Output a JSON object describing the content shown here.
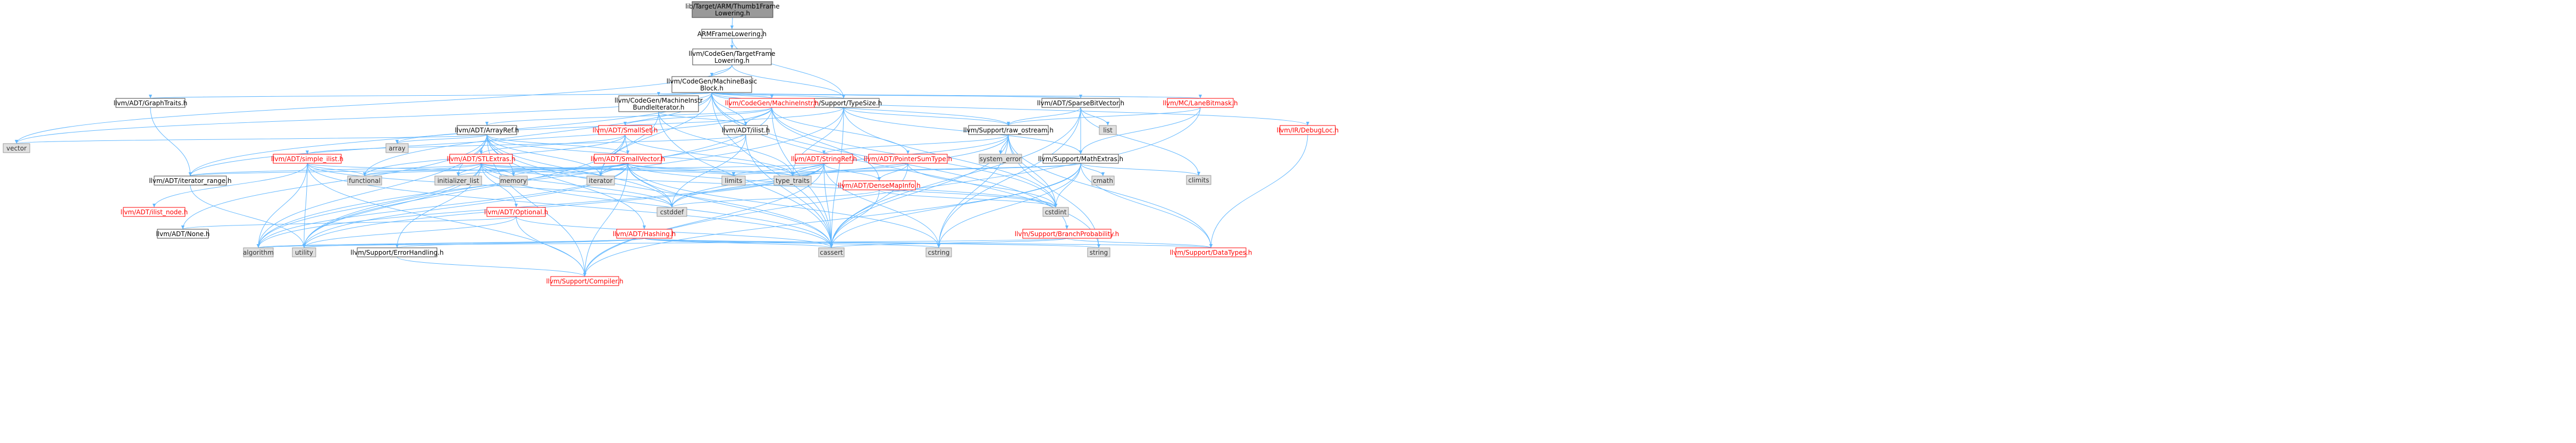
{
  "colors": {
    "edge": "#63b8ff",
    "link_text": "#ff0000",
    "link_border": "#ff0000",
    "node_border": "#404040",
    "node_fill": "#ffffff",
    "ghost_fill": "#e0e0e0",
    "ghost_border": "#999999",
    "ghost_text": "#333333",
    "root_fill": "#999999",
    "root_text": "#000000",
    "text": "#000000"
  },
  "nodes": [
    {
      "id": "root",
      "lines": [
        "lib/Target/ARM/Thumb1Frame",
        "Lowering.h"
      ],
      "style": "root"
    },
    {
      "id": "ARMFrameLowering",
      "lines": [
        "ARMFrameLowering.h"
      ],
      "style": "plain"
    },
    {
      "id": "TFL",
      "lines": [
        "llvm/CodeGen/TargetFrame",
        "Lowering.h"
      ],
      "style": "plain"
    },
    {
      "id": "MBB",
      "lines": [
        "llvm/CodeGen/MachineBasic",
        "Block.h"
      ],
      "style": "plain"
    },
    {
      "id": "TypeSize",
      "lines": [
        "llvm/Support/TypeSize.h"
      ],
      "style": "plain"
    },
    {
      "id": "GraphTraits",
      "lines": [
        "llvm/ADT/GraphTraits.h"
      ],
      "style": "plain"
    },
    {
      "id": "MIBundleIter",
      "lines": [
        "llvm/CodeGen/MachineInstr",
        "BundleIterator.h"
      ],
      "style": "plain"
    },
    {
      "id": "MachineInstr",
      "lines": [
        "llvm/CodeGen/MachineInstr.h"
      ],
      "style": "link"
    },
    {
      "id": "SparseBitVector",
      "lines": [
        "llvm/ADT/SparseBitVector.h"
      ],
      "style": "plain"
    },
    {
      "id": "LaneBitmask",
      "lines": [
        "llvm/MC/LaneBitmask.h"
      ],
      "style": "link"
    },
    {
      "id": "ArrayRef",
      "lines": [
        "llvm/ADT/ArrayRef.h"
      ],
      "style": "plain"
    },
    {
      "id": "SmallSet",
      "lines": [
        "llvm/ADT/SmallSet.h"
      ],
      "style": "link"
    },
    {
      "id": "ilist",
      "lines": [
        "llvm/ADT/ilist.h"
      ],
      "style": "plain"
    },
    {
      "id": "raw_ostream",
      "lines": [
        "llvm/Support/raw_ostream.h"
      ],
      "style": "plain"
    },
    {
      "id": "DebugLoc",
      "lines": [
        "llvm/IR/DebugLoc.h"
      ],
      "style": "link"
    },
    {
      "id": "list",
      "lines": [
        "list"
      ],
      "style": "ghost"
    },
    {
      "id": "vector",
      "lines": [
        "vector"
      ],
      "style": "ghost"
    },
    {
      "id": "array",
      "lines": [
        "array"
      ],
      "style": "ghost"
    },
    {
      "id": "simple_ilist",
      "lines": [
        "llvm/ADT/simple_ilist.h"
      ],
      "style": "link"
    },
    {
      "id": "STLExtras",
      "lines": [
        "llvm/ADT/STLExtras.h"
      ],
      "style": "link"
    },
    {
      "id": "SmallVector",
      "lines": [
        "llvm/ADT/SmallVector.h"
      ],
      "style": "link"
    },
    {
      "id": "StringRef",
      "lines": [
        "llvm/ADT/StringRef.h"
      ],
      "style": "link"
    },
    {
      "id": "PointerSumType",
      "lines": [
        "llvm/ADT/PointerSumType.h"
      ],
      "style": "link"
    },
    {
      "id": "system_error",
      "lines": [
        "system_error"
      ],
      "style": "ghost"
    },
    {
      "id": "MathExtras",
      "lines": [
        "llvm/Support/MathExtras.h"
      ],
      "style": "plain"
    },
    {
      "id": "climits",
      "lines": [
        "climits"
      ],
      "style": "ghost"
    },
    {
      "id": "iterator_range",
      "lines": [
        "llvm/ADT/iterator_range.h"
      ],
      "style": "plain"
    },
    {
      "id": "ilist_node",
      "lines": [
        "llvm/ADT/ilist_node.h"
      ],
      "style": "link"
    },
    {
      "id": "functional",
      "lines": [
        "functional"
      ],
      "style": "ghost"
    },
    {
      "id": "initializer_list",
      "lines": [
        "initializer_list"
      ],
      "style": "ghost"
    },
    {
      "id": "memory",
      "lines": [
        "memory"
      ],
      "style": "ghost"
    },
    {
      "id": "iterator",
      "lines": [
        "iterator"
      ],
      "style": "ghost"
    },
    {
      "id": "limits",
      "lines": [
        "limits"
      ],
      "style": "ghost"
    },
    {
      "id": "type_traits",
      "lines": [
        "type_traits"
      ],
      "style": "ghost"
    },
    {
      "id": "DenseMapInfo",
      "lines": [
        "llvm/ADT/DenseMapInfo.h"
      ],
      "style": "link"
    },
    {
      "id": "cmath",
      "lines": [
        "cmath"
      ],
      "style": "ghost"
    },
    {
      "id": "Optional",
      "lines": [
        "llvm/ADT/Optional.h"
      ],
      "style": "link"
    },
    {
      "id": "cstddef",
      "lines": [
        "cstddef"
      ],
      "style": "ghost"
    },
    {
      "id": "cstdint",
      "lines": [
        "cstdint"
      ],
      "style": "ghost"
    },
    {
      "id": "None",
      "lines": [
        "llvm/ADT/None.h"
      ],
      "style": "plain"
    },
    {
      "id": "Hashing",
      "lines": [
        "llvm/ADT/Hashing.h"
      ],
      "style": "link"
    },
    {
      "id": "BranchProb",
      "lines": [
        "llvm/Support/BranchProbability.h"
      ],
      "style": "link"
    },
    {
      "id": "algorithm",
      "lines": [
        "algorithm"
      ],
      "style": "ghost"
    },
    {
      "id": "utility",
      "lines": [
        "utility"
      ],
      "style": "ghost"
    },
    {
      "id": "cassert",
      "lines": [
        "cassert"
      ],
      "style": "ghost"
    },
    {
      "id": "cstring",
      "lines": [
        "cstring"
      ],
      "style": "ghost"
    },
    {
      "id": "string",
      "lines": [
        "string"
      ],
      "style": "ghost"
    },
    {
      "id": "DataTypes",
      "lines": [
        "llvm/Support/DataTypes.h"
      ],
      "style": "link"
    },
    {
      "id": "ErrorHandling",
      "lines": [
        "llvm/Support/ErrorHandling.h"
      ],
      "style": "plain"
    },
    {
      "id": "Compiler",
      "lines": [
        "llvm/Support/Compiler.h"
      ],
      "style": "link"
    }
  ],
  "edges": [
    [
      "root",
      "ARMFrameLowering"
    ],
    [
      "ARMFrameLowering",
      "TFL"
    ],
    [
      "ARMFrameLowering",
      "TypeSize"
    ],
    [
      "TFL",
      "MBB"
    ],
    [
      "TFL",
      "TypeSize"
    ],
    [
      "TFL",
      "vector"
    ],
    [
      "MBB",
      "GraphTraits"
    ],
    [
      "MBB",
      "MIBundleIter"
    ],
    [
      "MBB",
      "MachineInstr"
    ],
    [
      "MBB",
      "SparseBitVector"
    ],
    [
      "MBB",
      "LaneBitmask"
    ],
    [
      "MBB",
      "DebugLoc"
    ],
    [
      "MBB",
      "ilist"
    ],
    [
      "MBB",
      "iterator_range"
    ],
    [
      "MBB",
      "BranchProb"
    ],
    [
      "MBB",
      "cassert"
    ],
    [
      "MBB",
      "functional"
    ],
    [
      "MBB",
      "iterator"
    ],
    [
      "MBB",
      "string"
    ],
    [
      "MBB",
      "vector"
    ],
    [
      "MBB",
      "raw_ostream"
    ],
    [
      "MBB",
      "TypeSize"
    ],
    [
      "GraphTraits",
      "iterator_range"
    ],
    [
      "MIBundleIter",
      "ilist"
    ],
    [
      "MIBundleIter",
      "cassert"
    ],
    [
      "MIBundleIter",
      "iterator"
    ],
    [
      "MIBundleIter",
      "type_traits"
    ],
    [
      "MachineInstr",
      "ArrayRef"
    ],
    [
      "MachineInstr",
      "DenseMapInfo"
    ],
    [
      "MachineInstr",
      "PointerSumType"
    ],
    [
      "MachineInstr",
      "SmallSet"
    ],
    [
      "MachineInstr",
      "ilist"
    ],
    [
      "MachineInstr",
      "iterator_range"
    ],
    [
      "MachineInstr",
      "cassert"
    ],
    [
      "MachineInstr",
      "cstdint"
    ],
    [
      "MachineInstr",
      "utility"
    ],
    [
      "SparseBitVector",
      "MathExtras"
    ],
    [
      "SparseBitVector",
      "raw_ostream"
    ],
    [
      "SparseBitVector",
      "cassert"
    ],
    [
      "SparseBitVector",
      "climits"
    ],
    [
      "SparseBitVector",
      "cstring"
    ],
    [
      "SparseBitVector",
      "list"
    ],
    [
      "LaneBitmask",
      "Compiler"
    ],
    [
      "LaneBitmask",
      "MathExtras"
    ],
    [
      "LaneBitmask",
      "raw_ostream"
    ],
    [
      "TypeSize",
      "MathExtras"
    ],
    [
      "TypeSize",
      "raw_ostream"
    ],
    [
      "TypeSize",
      "algorithm"
    ],
    [
      "TypeSize",
      "array"
    ],
    [
      "TypeSize",
      "cassert"
    ],
    [
      "TypeSize",
      "cstdint"
    ],
    [
      "TypeSize",
      "type_traits"
    ],
    [
      "ArrayRef",
      "Hashing"
    ],
    [
      "ArrayRef",
      "None"
    ],
    [
      "ArrayRef",
      "SmallVector"
    ],
    [
      "ArrayRef",
      "STLExtras"
    ],
    [
      "ArrayRef",
      "Compiler"
    ],
    [
      "ArrayRef",
      "algorithm"
    ],
    [
      "ArrayRef",
      "array"
    ],
    [
      "ArrayRef",
      "cassert"
    ],
    [
      "ArrayRef",
      "cstddef"
    ],
    [
      "ArrayRef",
      "initializer_list"
    ],
    [
      "ArrayRef",
      "iterator"
    ],
    [
      "ArrayRef",
      "memory"
    ],
    [
      "ArrayRef",
      "type_traits"
    ],
    [
      "ArrayRef",
      "vector"
    ],
    [
      "SmallSet",
      "SmallVector"
    ],
    [
      "SmallSet",
      "STLExtras"
    ],
    [
      "SmallSet",
      "iterator"
    ],
    [
      "SmallSet",
      "type_traits"
    ],
    [
      "SmallSet",
      "utility"
    ],
    [
      "SmallSet",
      "functional"
    ],
    [
      "ilist",
      "simple_ilist"
    ],
    [
      "ilist",
      "cassert"
    ],
    [
      "ilist",
      "cstddef"
    ],
    [
      "ilist",
      "iterator"
    ],
    [
      "raw_ostream",
      "StringRef"
    ],
    [
      "raw_ostream",
      "DataTypes"
    ],
    [
      "raw_ostream",
      "cassert"
    ],
    [
      "raw_ostream",
      "cstddef"
    ],
    [
      "raw_ostream",
      "cstdint"
    ],
    [
      "raw_ostream",
      "cstring"
    ],
    [
      "raw_ostream",
      "string"
    ],
    [
      "raw_ostream",
      "system_error"
    ],
    [
      "raw_ostream",
      "type_traits"
    ],
    [
      "DebugLoc",
      "DataTypes"
    ],
    [
      "simple_ilist",
      "ilist_node"
    ],
    [
      "simple_ilist",
      "Compiler"
    ],
    [
      "simple_ilist",
      "algorithm"
    ],
    [
      "simple_ilist",
      "cassert"
    ],
    [
      "simple_ilist",
      "cstddef"
    ],
    [
      "simple_ilist",
      "functional"
    ],
    [
      "simple_ilist",
      "iterator"
    ],
    [
      "simple_ilist",
      "utility"
    ],
    [
      "STLExtras",
      "Optional"
    ],
    [
      "STLExtras",
      "iterator_range"
    ],
    [
      "STLExtras",
      "ErrorHandling"
    ],
    [
      "STLExtras",
      "algorithm"
    ],
    [
      "STLExtras",
      "cassert"
    ],
    [
      "STLExtras",
      "cstddef"
    ],
    [
      "STLExtras",
      "cstdint"
    ],
    [
      "STLExtras",
      "functional"
    ],
    [
      "STLExtras",
      "initializer_list"
    ],
    [
      "STLExtras",
      "iterator"
    ],
    [
      "STLExtras",
      "limits"
    ],
    [
      "STLExtras",
      "memory"
    ],
    [
      "STLExtras",
      "type_traits"
    ],
    [
      "STLExtras",
      "utility"
    ],
    [
      "SmallVector",
      "Compiler"
    ],
    [
      "SmallVector",
      "algorithm"
    ],
    [
      "SmallVector",
      "cassert"
    ],
    [
      "SmallVector",
      "cstddef"
    ],
    [
      "SmallVector",
      "cstdint"
    ],
    [
      "SmallVector",
      "cstring"
    ],
    [
      "SmallVector",
      "functional"
    ],
    [
      "SmallVector",
      "initializer_list"
    ],
    [
      "SmallVector",
      "iterator"
    ],
    [
      "SmallVector",
      "limits"
    ],
    [
      "SmallVector",
      "memory"
    ],
    [
      "SmallVector",
      "type_traits"
    ],
    [
      "SmallVector",
      "utility"
    ],
    [
      "StringRef",
      "DenseMapInfo"
    ],
    [
      "StringRef",
      "iterator_range"
    ],
    [
      "StringRef",
      "Compiler"
    ],
    [
      "StringRef",
      "algorithm"
    ],
    [
      "StringRef",
      "cassert"
    ],
    [
      "StringRef",
      "cstddef"
    ],
    [
      "StringRef",
      "cstring"
    ],
    [
      "StringRef",
      "limits"
    ],
    [
      "StringRef",
      "type_traits"
    ],
    [
      "StringRef",
      "utility"
    ],
    [
      "PointerSumType",
      "DenseMapInfo"
    ],
    [
      "PointerSumType",
      "cassert"
    ],
    [
      "PointerSumType",
      "cstdint"
    ],
    [
      "PointerSumType",
      "type_traits"
    ],
    [
      "MathExtras",
      "Compiler"
    ],
    [
      "MathExtras",
      "DataTypes"
    ],
    [
      "MathExtras",
      "cassert"
    ],
    [
      "MathExtras",
      "climits"
    ],
    [
      "MathExtras",
      "cmath"
    ],
    [
      "MathExtras",
      "cstdint"
    ],
    [
      "MathExtras",
      "cstring"
    ],
    [
      "MathExtras",
      "limits"
    ],
    [
      "MathExtras",
      "type_traits"
    ],
    [
      "DenseMapInfo",
      "cassert"
    ],
    [
      "DenseMapInfo",
      "cstddef"
    ],
    [
      "DenseMapInfo",
      "cstdint"
    ],
    [
      "DenseMapInfo",
      "tuple_placeholder"
    ],
    [
      "Optional",
      "None"
    ],
    [
      "Optional",
      "Compiler"
    ],
    [
      "Optional",
      "cassert"
    ],
    [
      "Optional",
      "new_placeholder"
    ],
    [
      "Optional",
      "utility"
    ],
    [
      "Hashing",
      "ErrorHandling"
    ],
    [
      "Hashing",
      "DataTypes"
    ],
    [
      "Hashing",
      "algorithm"
    ],
    [
      "Hashing",
      "cassert"
    ],
    [
      "Hashing",
      "cstring"
    ],
    [
      "Hashing",
      "string"
    ],
    [
      "Hashing",
      "utility"
    ],
    [
      "BranchProb",
      "DataTypes"
    ],
    [
      "BranchProb",
      "algorithm"
    ],
    [
      "BranchProb",
      "cassert"
    ],
    [
      "BranchProb",
      "numeric_placeholder"
    ],
    [
      "ErrorHandling",
      "Compiler"
    ],
    [
      "iterator_range",
      "utility"
    ]
  ]
}
